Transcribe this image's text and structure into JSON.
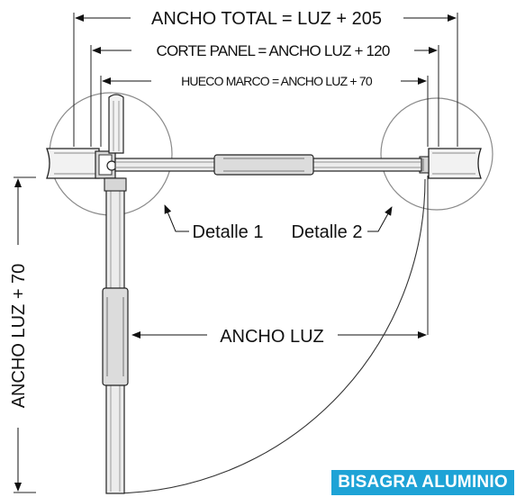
{
  "dimensions": {
    "ancho_total": "ANCHO TOTAL = LUZ + 205",
    "corte_panel": "CORTE PANEL = ANCHO LUZ + 120",
    "hueco_marco": "HUECO MARCO = ANCHO LUZ + 70",
    "ancho_luz": "ANCHO LUZ",
    "alto": "ANCHO LUZ + 70"
  },
  "details": {
    "detalle_1": "Detalle 1",
    "detalle_2": "Detalle 2"
  },
  "badge": {
    "label": "BISAGRA ALUMINIO",
    "color": "#1ea3d6"
  }
}
